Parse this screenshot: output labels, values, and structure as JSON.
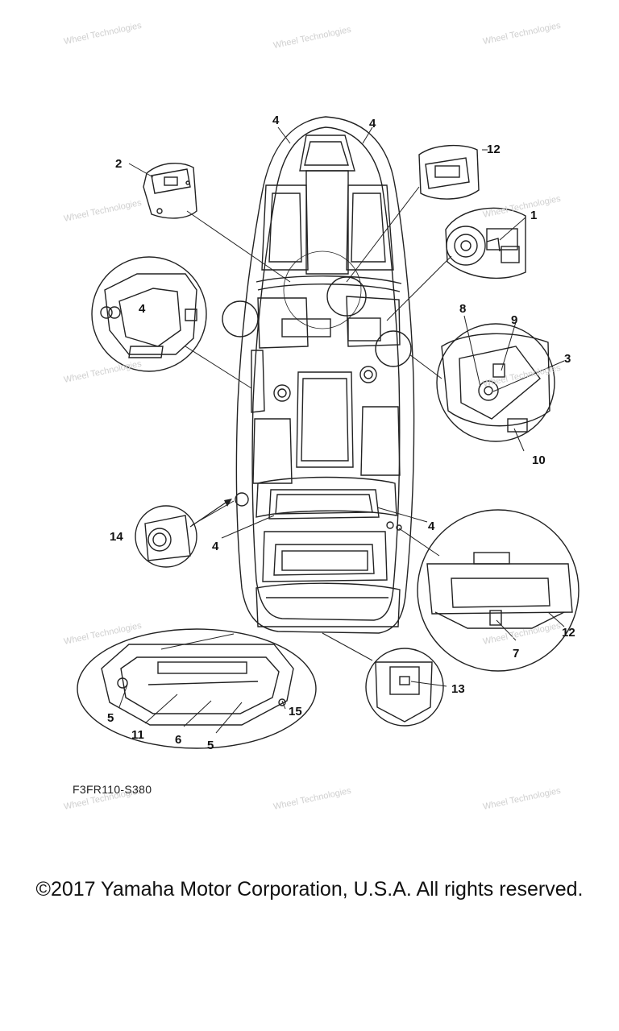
{
  "callouts": {
    "c1": "1",
    "c2": "2",
    "c3": "3",
    "c4a": "4",
    "c4b": "4",
    "c4c": "4",
    "c4d": "4",
    "c4e": "4",
    "c5a": "5",
    "c5b": "5",
    "c6": "6",
    "c7": "7",
    "c8": "8",
    "c9": "9",
    "c10": "10",
    "c11": "11",
    "c12a": "12",
    "c12b": "12",
    "c13": "13",
    "c14": "14",
    "c15": "15"
  },
  "figure_code": "F3FR110-S380",
  "copyright": "©2017 Yamaha Motor Corporation, U.S.A. All rights reserved.",
  "colors": {
    "line": "#222222",
    "watermark": "#cfcfcf",
    "background": "#ffffff"
  }
}
